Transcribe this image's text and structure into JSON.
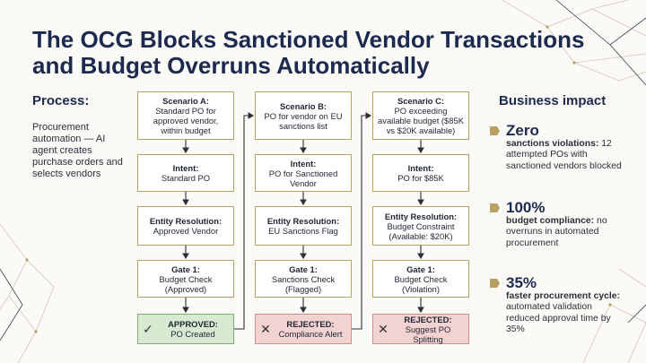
{
  "title": {
    "line1": "The OCG Blocks Sanctioned Vendor Transactions",
    "line2": "and Budget Overruns Automatically"
  },
  "process": {
    "heading": "Process:",
    "text": "Procurement automation — AI agent creates purchase orders and selects vendors"
  },
  "scenarios": [
    {
      "name": "Scenario A:",
      "desc": "Standard PO for approved vendor, within budget",
      "intent_label": "Intent:",
      "intent_value": "Standard PO",
      "entity_label": "Entity Resolution:",
      "entity_value": "Approved Vendor",
      "gate_label": "Gate 1:",
      "gate_value": "Budget Check (Approved)",
      "result_label": "APPROVED:",
      "result_value": "PO Created",
      "result_icon": "check-icon"
    },
    {
      "name": "Scenario B:",
      "desc": "PO for vendor on EU sanctions list",
      "intent_label": "Intent:",
      "intent_value": "PO for Sanctioned Vendor",
      "entity_label": "Entity Resolution:",
      "entity_value": "EU Sanctions Flag",
      "gate_label": "Gate 1:",
      "gate_value": "Sanctions Check (Flagged)",
      "result_label": "REJECTED:",
      "result_value": "Compliance Alert",
      "result_icon": "x-icon"
    },
    {
      "name": "Scenario C:",
      "desc": "PO exceeding available budget ($85K vs $20K available)",
      "intent_label": "Intent:",
      "intent_value": "PO for $85K",
      "entity_label": "Entity Resolution:",
      "entity_value": "Budget Constraint (Available: $20K)",
      "gate_label": "Gate 1:",
      "gate_value": "Budget Check (Violation)",
      "result_label": "REJECTED:",
      "result_value": "Suggest PO Splitting",
      "result_icon": "x-icon"
    }
  ],
  "impact": {
    "heading": "Business impact",
    "items": [
      {
        "big": "Zero",
        "bold": "sanctions violations:",
        "rest": "12 attempted POs with sanctioned vendors blocked"
      },
      {
        "big": "100%",
        "bold": "budget compliance:",
        "rest": "no overruns in automated procurement"
      },
      {
        "big": "35%",
        "bold": "faster procurement cycle:",
        "rest": "automated validation reduced approval time by 35%"
      }
    ]
  },
  "colors": {
    "navy": "#1d2a4f",
    "gold": "#b8a063",
    "approved_fill": "#d9ead3",
    "rejected_fill": "#f3d3d2"
  }
}
